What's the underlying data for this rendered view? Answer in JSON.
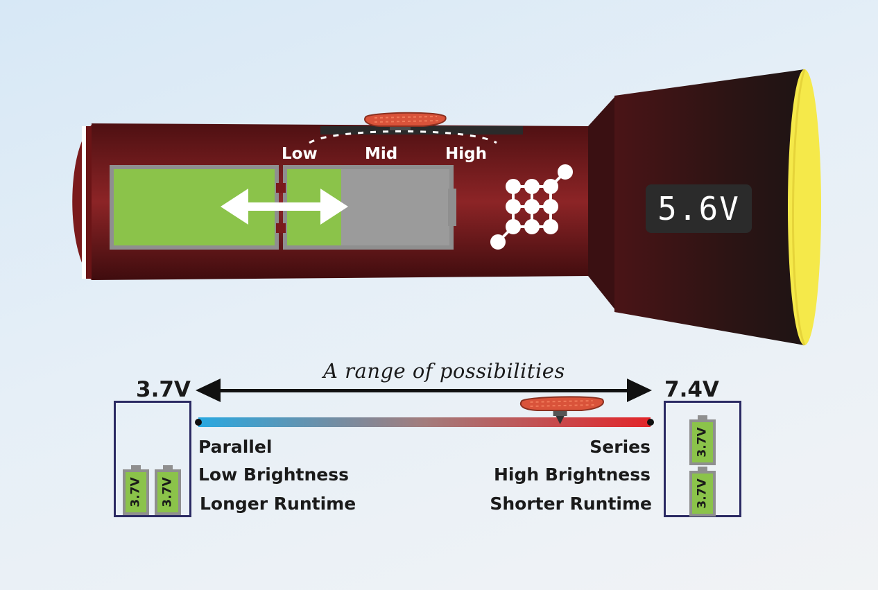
{
  "flashlight": {
    "switch_labels": {
      "low": "Low",
      "mid": "Mid",
      "high": "High"
    },
    "voltage_display": "5.6V",
    "colors": {
      "body": "#7a1a1c",
      "lens": "#f5e94a",
      "battery_charge": "#8bc34a",
      "display_bg": "#2b2b2b"
    },
    "icons": [
      "double-arrow-icon",
      "circuit-icon",
      "slider-switch-icon"
    ]
  },
  "range": {
    "title": "A range of possibilities",
    "left_voltage": "3.7V",
    "right_voltage": "7.4V",
    "left_labels": [
      "Parallel",
      "Low Brightness",
      "Longer Runtime"
    ],
    "right_labels": [
      "Series",
      "High Brightness",
      "Shorter Runtime"
    ],
    "gradient_colors": {
      "start": "#29a8e0",
      "end": "#e2262a"
    },
    "slider_level": 0.8
  },
  "packs": {
    "parallel_cells": [
      "3.7V",
      "3.7V"
    ],
    "series_cells": [
      "3.7V",
      "3.7V"
    ]
  }
}
